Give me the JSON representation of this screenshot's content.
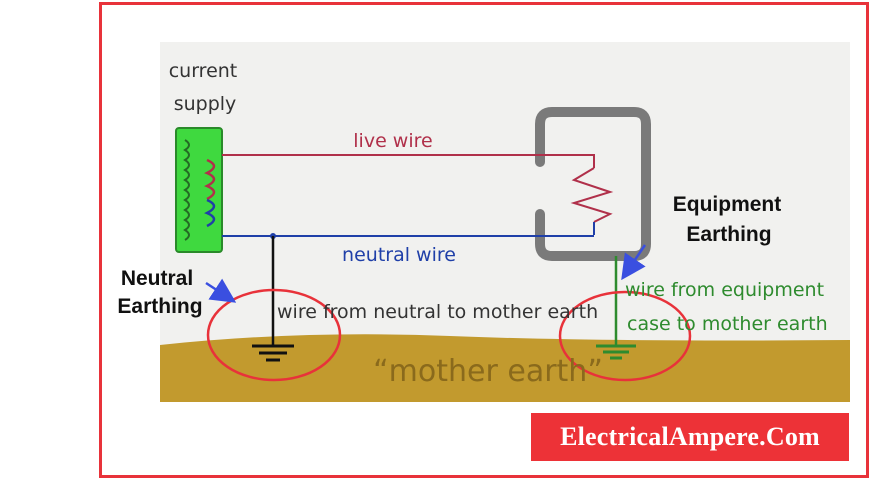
{
  "labels": {
    "supply_line1": "current",
    "supply_line2": "supply",
    "live_wire": "live wire",
    "neutral_wire": "neutral wire",
    "neutral_to_earth": "wire from neutral to mother earth",
    "equipment_to_earth_line1": "wire from equipment",
    "equipment_to_earth_line2": "case to mother earth",
    "mother_earth": "“mother earth”"
  },
  "callouts": {
    "neutral_line1": "Neutral",
    "neutral_line2": "Earthing",
    "equipment_line1": "Equipment",
    "equipment_line2": "Earthing"
  },
  "watermark": {
    "brand": "ElectricalAmpere.Com"
  },
  "colors": {
    "frame": "#e8323a",
    "live_wire": "#b0304a",
    "neutral_wire": "#1f3fa8",
    "equipment_earth": "#2e8b2e",
    "earth_ground": "#c29a2e",
    "supply_coil_box": "#3fd93f",
    "callout_arrow": "#3a4fe0",
    "highlight_circle": "#e8323a"
  }
}
